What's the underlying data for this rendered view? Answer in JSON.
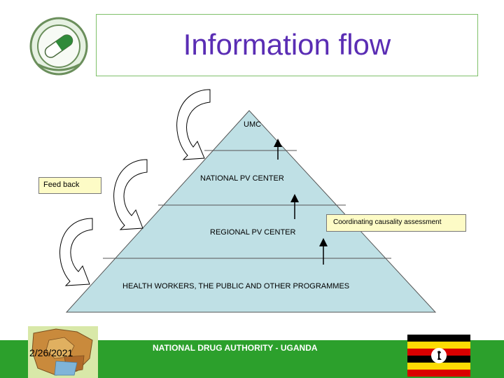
{
  "header": {
    "title": "Information flow"
  },
  "pyramid": {
    "level1": "UMC",
    "level2": "NATIONAL PV CENTER",
    "level3": "REGIONAL PV CENTER",
    "level4": "HEALTH WORKERS, THE PUBLIC AND OTHER PROGRAMMES"
  },
  "callouts": {
    "feedback": "Feed back",
    "coordinating": "Coordinating causality assessment"
  },
  "footer": {
    "organization": "NATIONAL DRUG AUTHORITY - UGANDA",
    "date": "2/26/2021"
  },
  "colors": {
    "pyramid_fill": "#bfe0e5",
    "title_color": "#5a2db4",
    "footer_green": "#2ca02c",
    "callout_fill": "#fdfbc6"
  },
  "icons": {
    "logo": "nda-seal-logo",
    "map": "uganda-map",
    "flag": "uganda-flag"
  }
}
